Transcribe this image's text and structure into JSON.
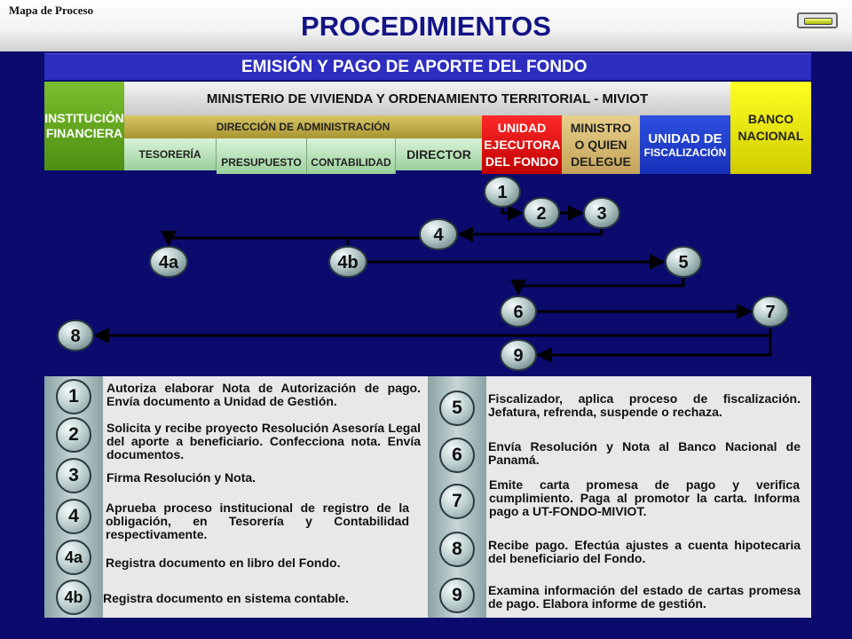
{
  "header": {
    "map_label": "Mapa de Proceso",
    "title": "PROCEDIMIENTOS"
  },
  "subtitle": "EMISIÓN Y PAGO DE APORTE DEL FONDO",
  "lanes": {
    "institucion": "INSTITUCIÓN FINANCIERA",
    "ministerio": "MINISTERIO DE VIVIENDA Y ORDENAMIENTO TERRITORIAL - MIVIOT",
    "direccion": "DIRECCIÓN DE ADMINISTRACIÓN",
    "tesoreria": "TESORERÍA",
    "presupuesto": "PRESUPUESTO",
    "contabilidad": "CONTABILIDAD",
    "director": "DIRECTOR",
    "unidad_ejecutora": "UNIDAD EJECUTORA DEL FONDO",
    "ministro": "MINISTRO O QUIEN DELEGUE",
    "unidad_fiscalizacion_1": "UNIDAD DE",
    "unidad_fiscalizacion_2": "FISCALIZACIÓN",
    "banco": "BANCO NACIONAL"
  },
  "flow_nodes": {
    "n1": "1",
    "n2": "2",
    "n3": "3",
    "n4": "4",
    "n4a": "4a",
    "n4b": "4b",
    "n5": "5",
    "n6": "6",
    "n7": "7",
    "n8": "8",
    "n9": "9"
  },
  "steps": [
    {
      "id": "1",
      "text": "Autoriza elaborar Nota de Autorización de pago. Envía documento a Unidad de Gestión."
    },
    {
      "id": "2",
      "text": "Solicita y recibe proyecto Resolución Asesoría Legal del aporte a beneficiario. Confecciona nota. Envía documentos."
    },
    {
      "id": "3",
      "text": "Firma Resolución y Nota."
    },
    {
      "id": "4",
      "text": "Aprueba proceso institucional de registro de la obligación, en Tesorería y Contabilidad respectivamente."
    },
    {
      "id": "4a",
      "text": "Registra documento en libro del Fondo."
    },
    {
      "id": "4b",
      "text": "Registra documento en sistema contable."
    },
    {
      "id": "5",
      "text": "Fiscalizador, aplica proceso de fiscalización. Jefatura, refrenda, suspende o rechaza."
    },
    {
      "id": "6",
      "text": "Envía Resolución y Nota al Banco Nacional de Panamá."
    },
    {
      "id": "7",
      "text": "Emite carta promesa de pago y verifica cumplimiento. Paga al promotor la carta. Informa pago a UT-FONDO-MIVIOT."
    },
    {
      "id": "8",
      "text": "Recibe pago.  Efectúa ajustes a cuenta hipotecaria del beneficiario del Fondo."
    },
    {
      "id": "9",
      "text": "Examina información del estado de cartas promesa de pago. Elabora informe de gestión."
    }
  ],
  "colors": {
    "background": "#0b0b6e",
    "title": "#141486",
    "subtitle_bar": "#2d2dc0",
    "node_fill": "#b7caca",
    "connector": "#000000"
  }
}
